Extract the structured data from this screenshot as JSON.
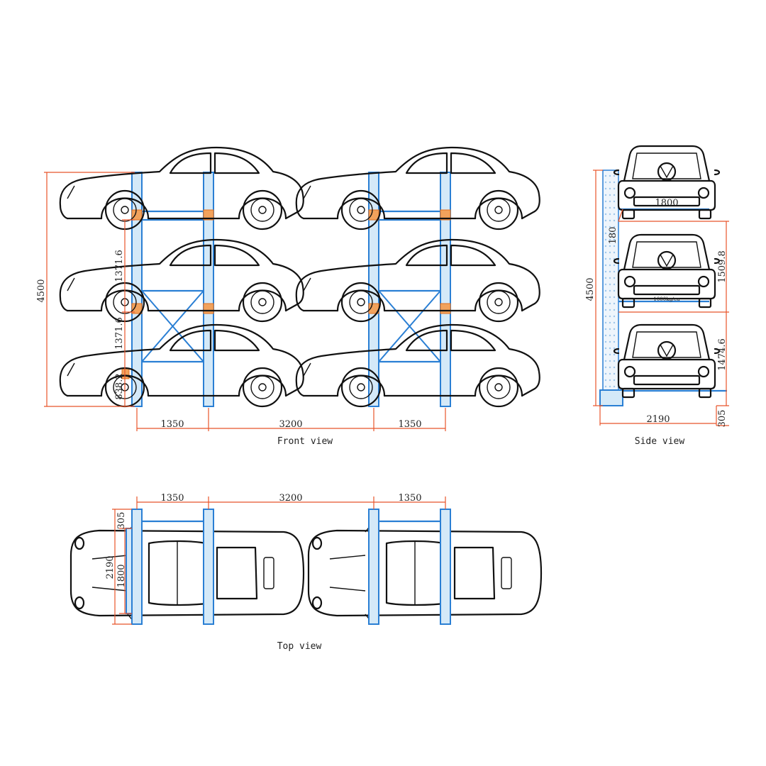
{
  "captions": {
    "front": "Front  view",
    "side": "Side  view",
    "top": "Top  view"
  },
  "front_view": {
    "dims": {
      "total_height": "4500",
      "level_height_1": "1371.6",
      "level_height_2": "1371.6",
      "ground_offset": "838.2",
      "span_left": "1350",
      "span_middle": "3200",
      "span_right": "1350"
    }
  },
  "side_view": {
    "dims": {
      "total_height": "4500",
      "platform_width": "1800",
      "beam_height": "180",
      "level_height_top": "1509.8",
      "level_height_bottom": "1474.6",
      "base_width": "2190",
      "base_height": "305"
    },
    "capacity_label": "1000kg/ea"
  },
  "top_view": {
    "dims": {
      "span_left": "1350",
      "span_middle": "3200",
      "span_right": "1350",
      "depth_total": "2190",
      "depth_platform": "1800",
      "post_depth": "305"
    }
  },
  "colors": {
    "structure": "#2a7fd4",
    "dimension": "#e8552a",
    "bracket": "#f2a25c",
    "outline": "#111111"
  }
}
